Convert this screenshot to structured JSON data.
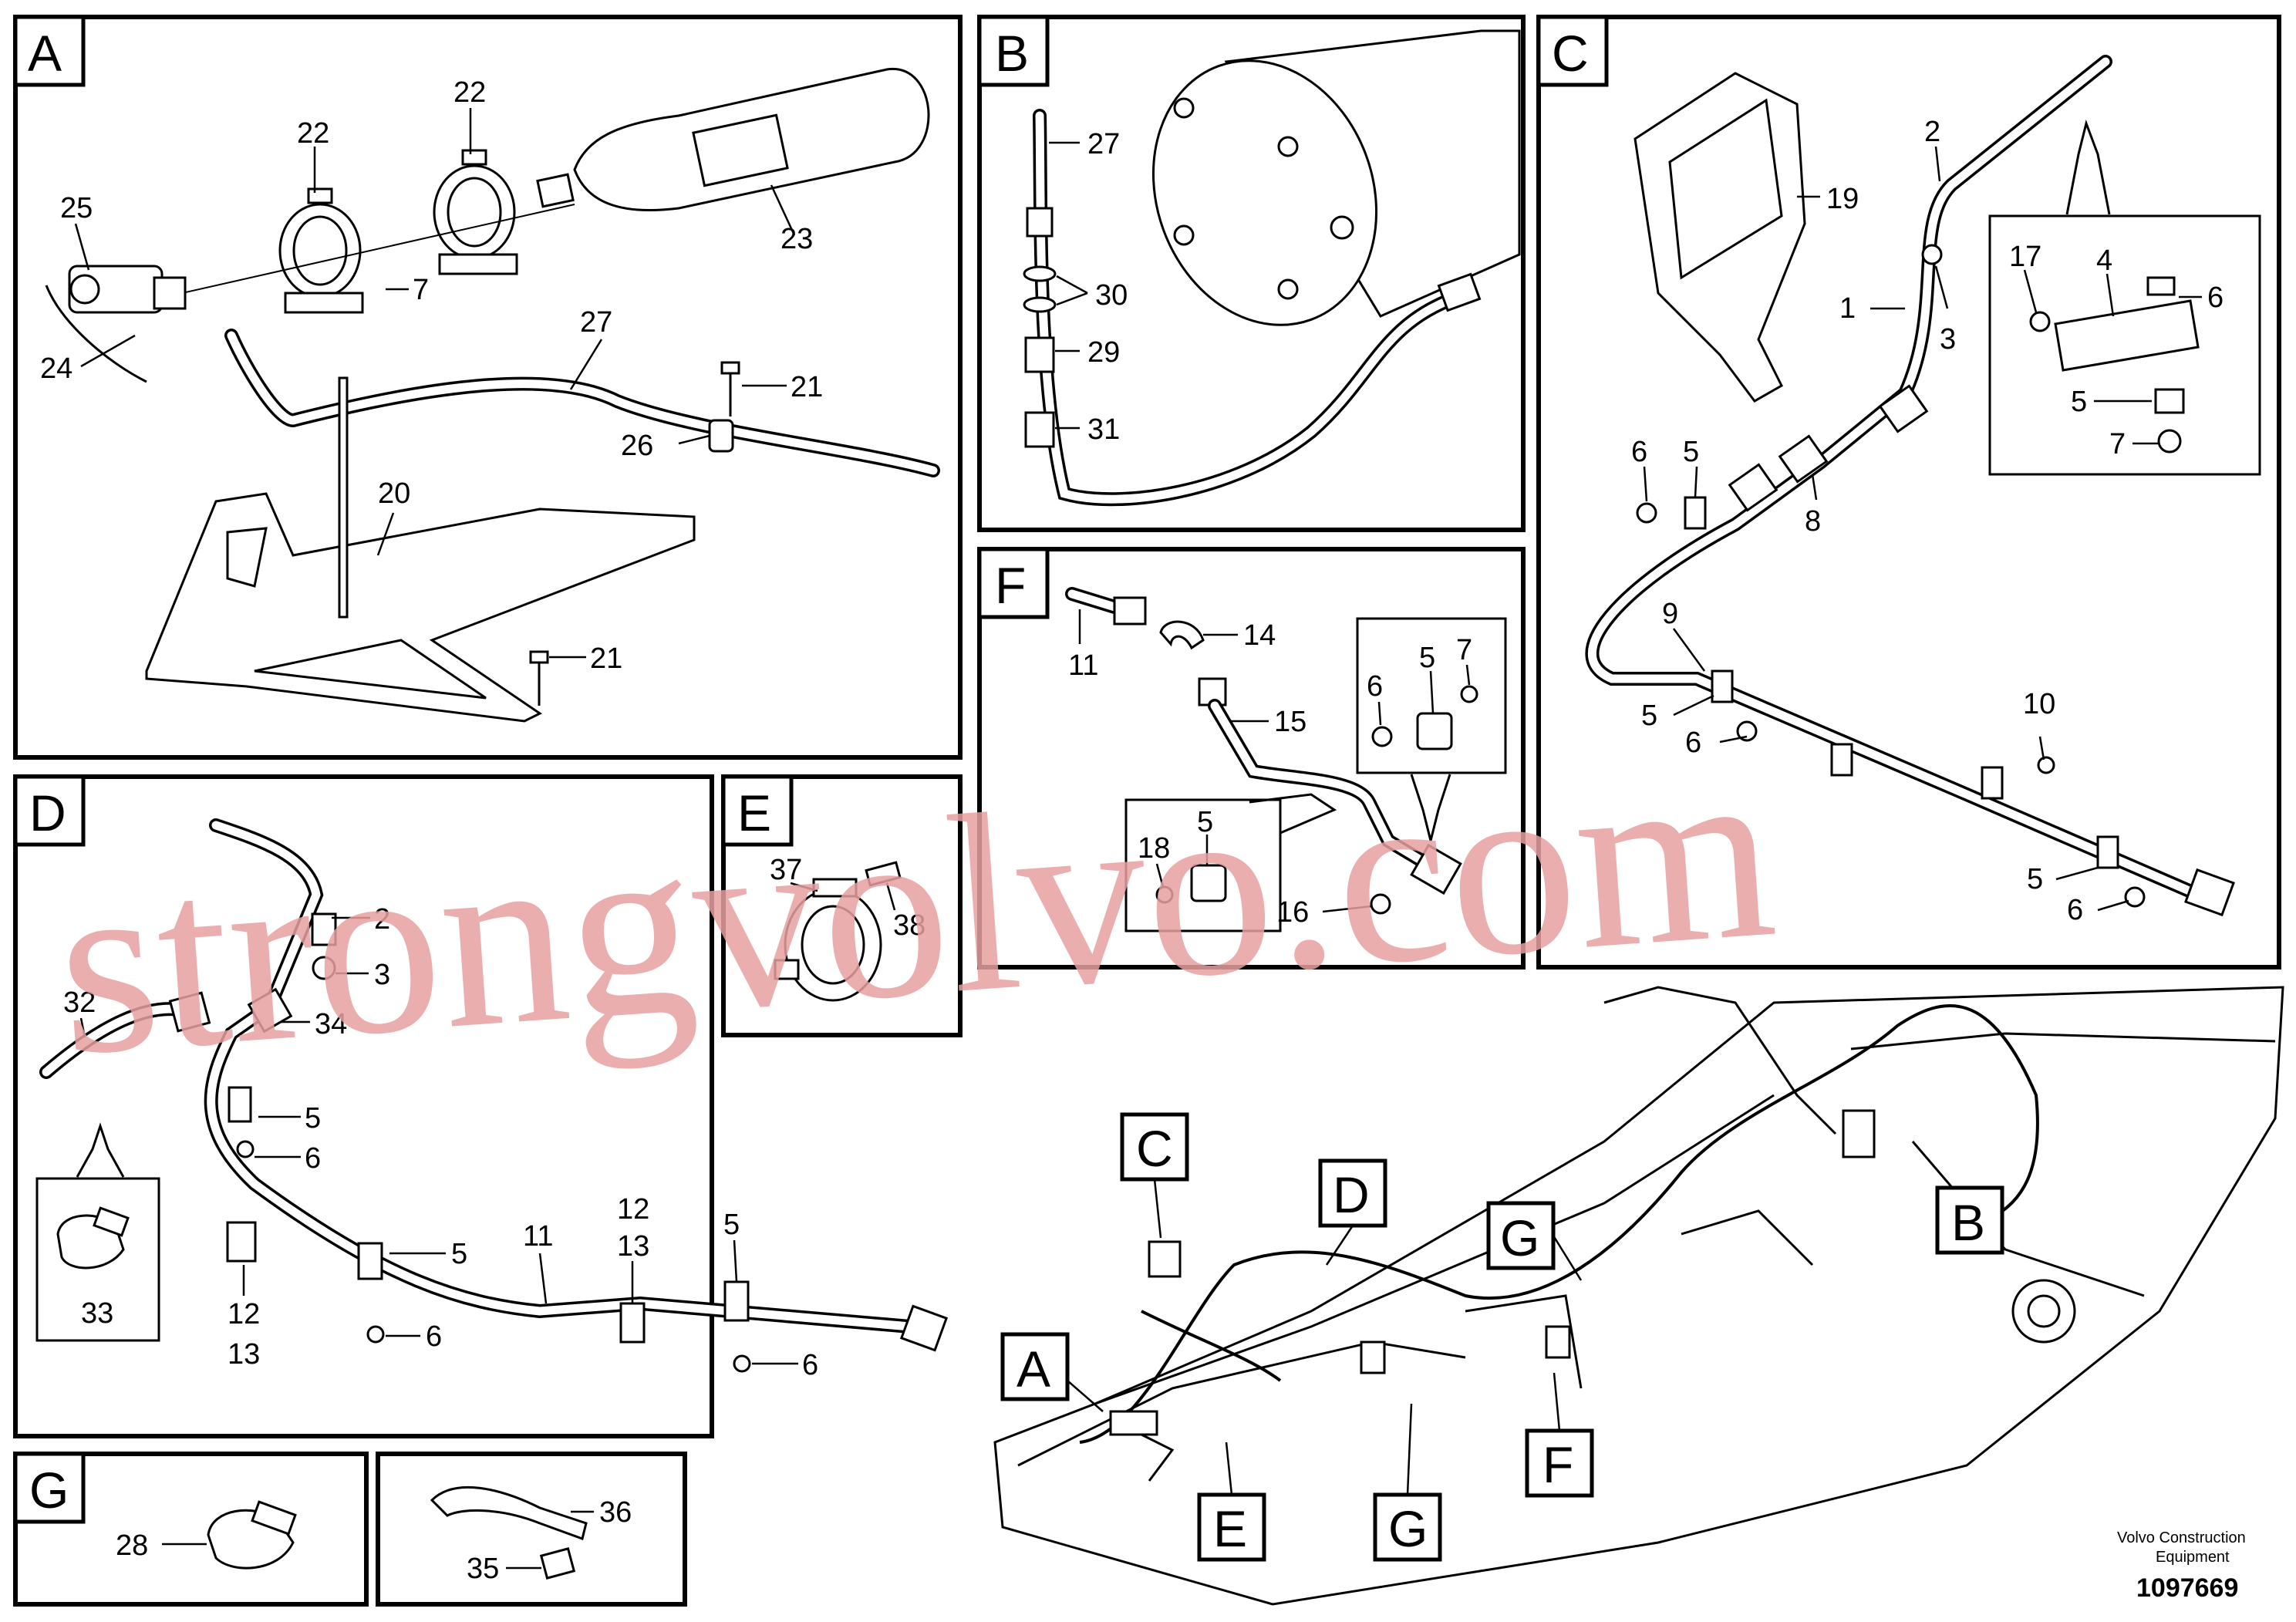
{
  "panels": [
    {
      "letter": "A",
      "callouts": [
        "25",
        "24",
        "22",
        "22",
        "7",
        "23",
        "27",
        "21",
        "26",
        "20",
        "21"
      ]
    },
    {
      "letter": "B",
      "callouts": [
        "27",
        "30",
        "29",
        "31"
      ]
    },
    {
      "letter": "C",
      "callouts": [
        "19",
        "2",
        "1",
        "3",
        "17",
        "4",
        "6",
        "5",
        "7",
        "6",
        "5",
        "8",
        "9",
        "5",
        "6",
        "10",
        "5",
        "6"
      ]
    },
    {
      "letter": "D",
      "callouts": [
        "2",
        "3",
        "32",
        "34",
        "5",
        "6",
        "12",
        "13",
        "5",
        "11",
        "12",
        "13",
        "5",
        "6",
        "6",
        "33"
      ]
    },
    {
      "letter": "E",
      "callouts": [
        "37",
        "38"
      ]
    },
    {
      "letter": "F",
      "callouts": [
        "11",
        "14",
        "15",
        "6",
        "5",
        "7",
        "18",
        "5",
        "16"
      ]
    },
    {
      "letter": "G",
      "callouts": [
        "28"
      ]
    },
    {
      "letter": "",
      "callouts": [
        "36",
        "35"
      ]
    }
  ],
  "overview_labels": [
    "C",
    "D",
    "G",
    "B",
    "A",
    "E",
    "G",
    "F"
  ],
  "watermark": "strongvolvo.com",
  "brand": {
    "line1": "Volvo Construction",
    "line2": "Equipment"
  },
  "doc_number": "1097669"
}
